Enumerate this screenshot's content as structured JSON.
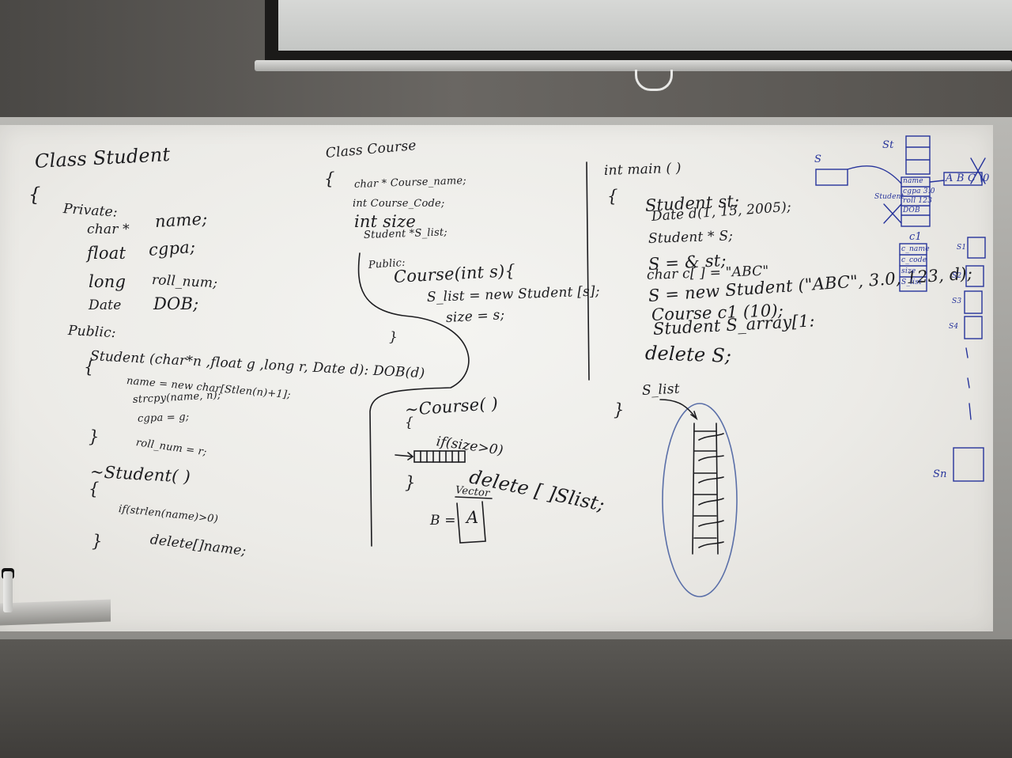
{
  "whiteboard": {
    "student_class": {
      "header": "Class Student",
      "open_brace": "{",
      "private_label": "Private:",
      "members": [
        {
          "type": "char *",
          "name": "name;"
        },
        {
          "type": "float",
          "name": "cgpa;"
        },
        {
          "type": "long",
          "name": "roll_num;"
        },
        {
          "type": "Date",
          "name": "DOB;"
        }
      ],
      "public_label": "Public:",
      "constructor_sig": "Student (char*n ,float g ,long r, Date d): DOB(d)",
      "ctor_open": "{",
      "ctor_body": [
        "name = new char[Stlen(n)+1];",
        "strcpy(name, n);",
        "cgpa = g;",
        "roll_num = r;"
      ],
      "ctor_close": "}",
      "destructor_sig": "~Student( )",
      "dtor_open": "{",
      "dtor_body": [
        "if(strlen(name)>0)",
        "delete[]name;"
      ],
      "class_close": "}"
    },
    "course_class": {
      "header": "Class Course",
      "open_brace": "{",
      "members": [
        "char * Course_name;",
        "int     Course_Code;",
        "int     size",
        "Student *S_list;"
      ],
      "public_label": "Public:",
      "ctor_sig": "Course(int s){",
      "ctor_body": [
        "S_list = new Student [s];",
        "size = s;"
      ],
      "ctor_close": "}",
      "dtor_sig": "~Course( )",
      "dtor_open": "{",
      "dtor_body": [
        "if(size>0)",
        "delete [ ]Slist;"
      ],
      "dtor_close": "}",
      "vector_label": "Vector",
      "b_label": "B =",
      "b_value": "A",
      "arrow": "→"
    },
    "main_func": {
      "header": "int main ( )",
      "open_brace": "{",
      "lines": [
        "Student st;",
        "Date d(1, 15, 2005);",
        "Student * S;",
        "S = & st;",
        "char c[ ] = \"ABC\"",
        "S = new Student (\"ABC\", 3.0, 123, d);",
        "Course   c1 (10);",
        "Student  S_array[1:",
        "delete   S;"
      ],
      "close_brace": "}",
      "slist_label": "S_list"
    },
    "memory_diagram": {
      "st_label": "St",
      "s_label": "S",
      "name_field": "name",
      "cgpa_field": "cgpa 3.0",
      "roll_field": "roll 123",
      "dob_field": "DOB",
      "student_label": "Student",
      "abc_box": "A B C \\0",
      "c1_label": "c1",
      "course_name_field": "c_name",
      "course_code_field": "c_code",
      "size_field": "size",
      "slist_field": "S_list",
      "slots": [
        "S1",
        "S2",
        "S3",
        "S4"
      ],
      "last_slot": "Sn"
    }
  },
  "colors": {
    "ink_black": "#1c1c1f",
    "ink_blue": "#27349b",
    "board": "#f0efeb"
  }
}
